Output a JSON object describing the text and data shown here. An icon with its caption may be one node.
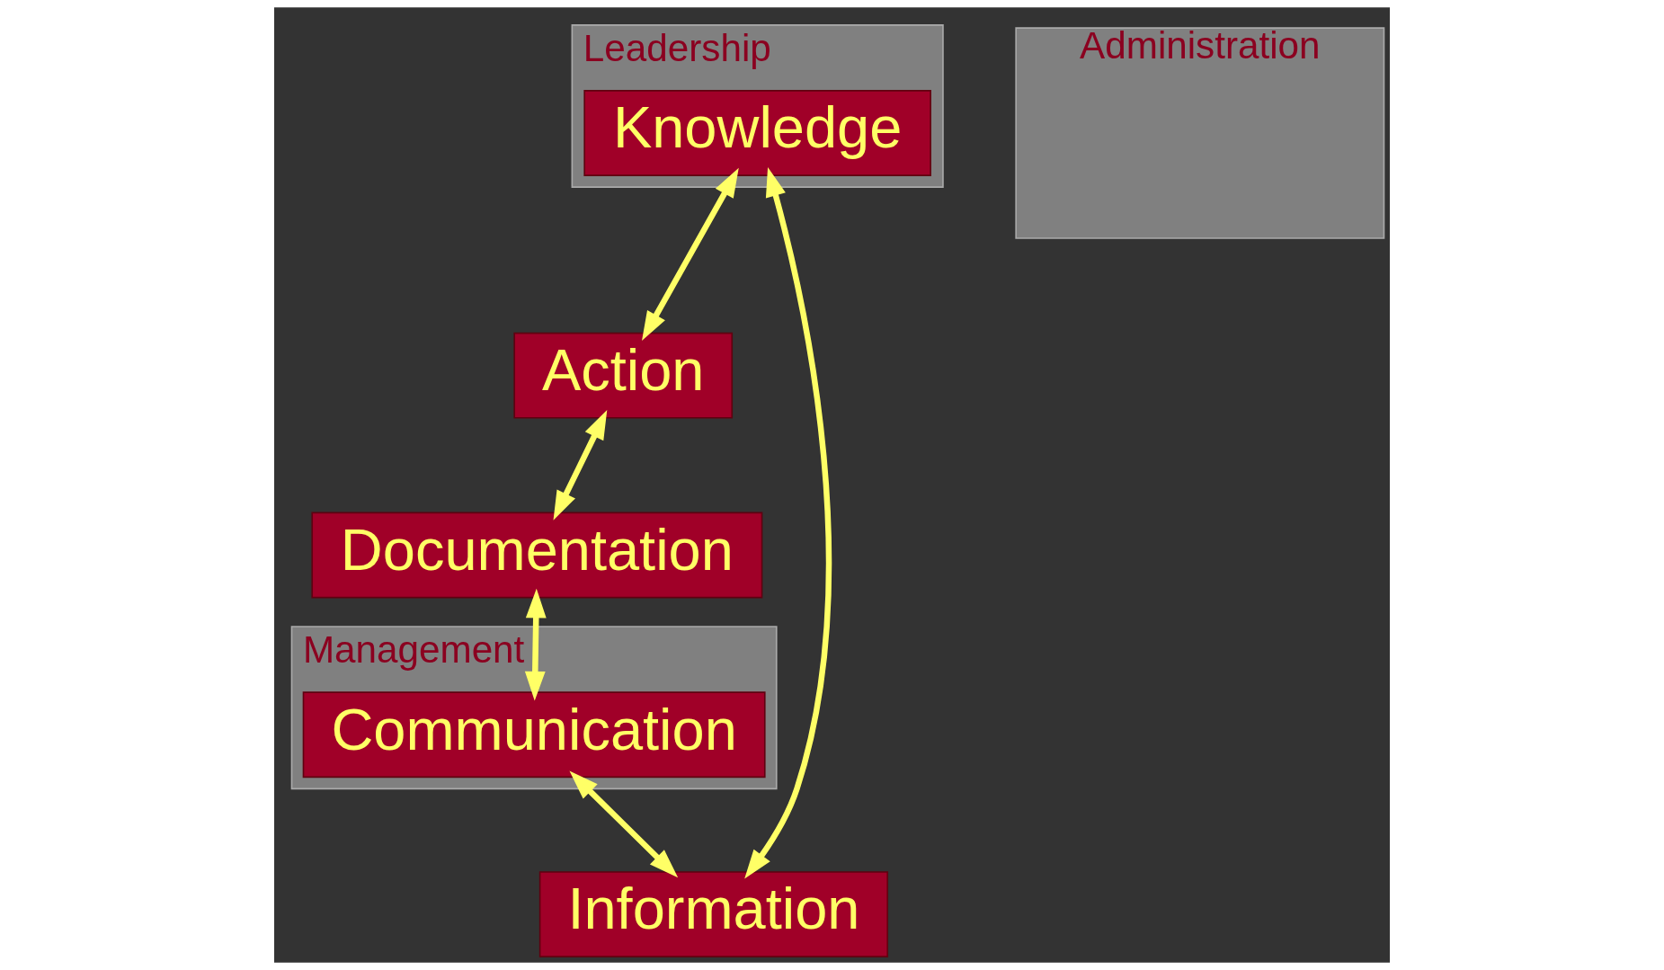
{
  "diagram": {
    "nodes": [
      {
        "text": [
          "Leadership"
        ]
      },
      {
        "text": [
          "Action"
        ]
      },
      {
        "text": [
          "Administration"
        ]
      },
      {
        "text": [
          "Documentation"
        ]
      },
      {
        "text": [
          "Knowledge"
        ],
        "in": 0
      },
      {
        "text": [
          "Management"
        ]
      },
      {
        "text": [
          "Communication"
        ],
        "in": 5
      },
      {
        "text": [
          "Information"
        ]
      }
    ],
    "edges": [
      {
        "from": 1,
        "to": 3,
        "arrow": "both"
      },
      {
        "from": 3,
        "to": 6,
        "arrow": "both"
      },
      {
        "from": 6,
        "to": 7,
        "arrow": "both"
      },
      {
        "from": 7,
        "to": 4,
        "arrow": "both"
      },
      {
        "from": 4,
        "to": 1,
        "arrow": "both"
      }
    ]
  }
}
